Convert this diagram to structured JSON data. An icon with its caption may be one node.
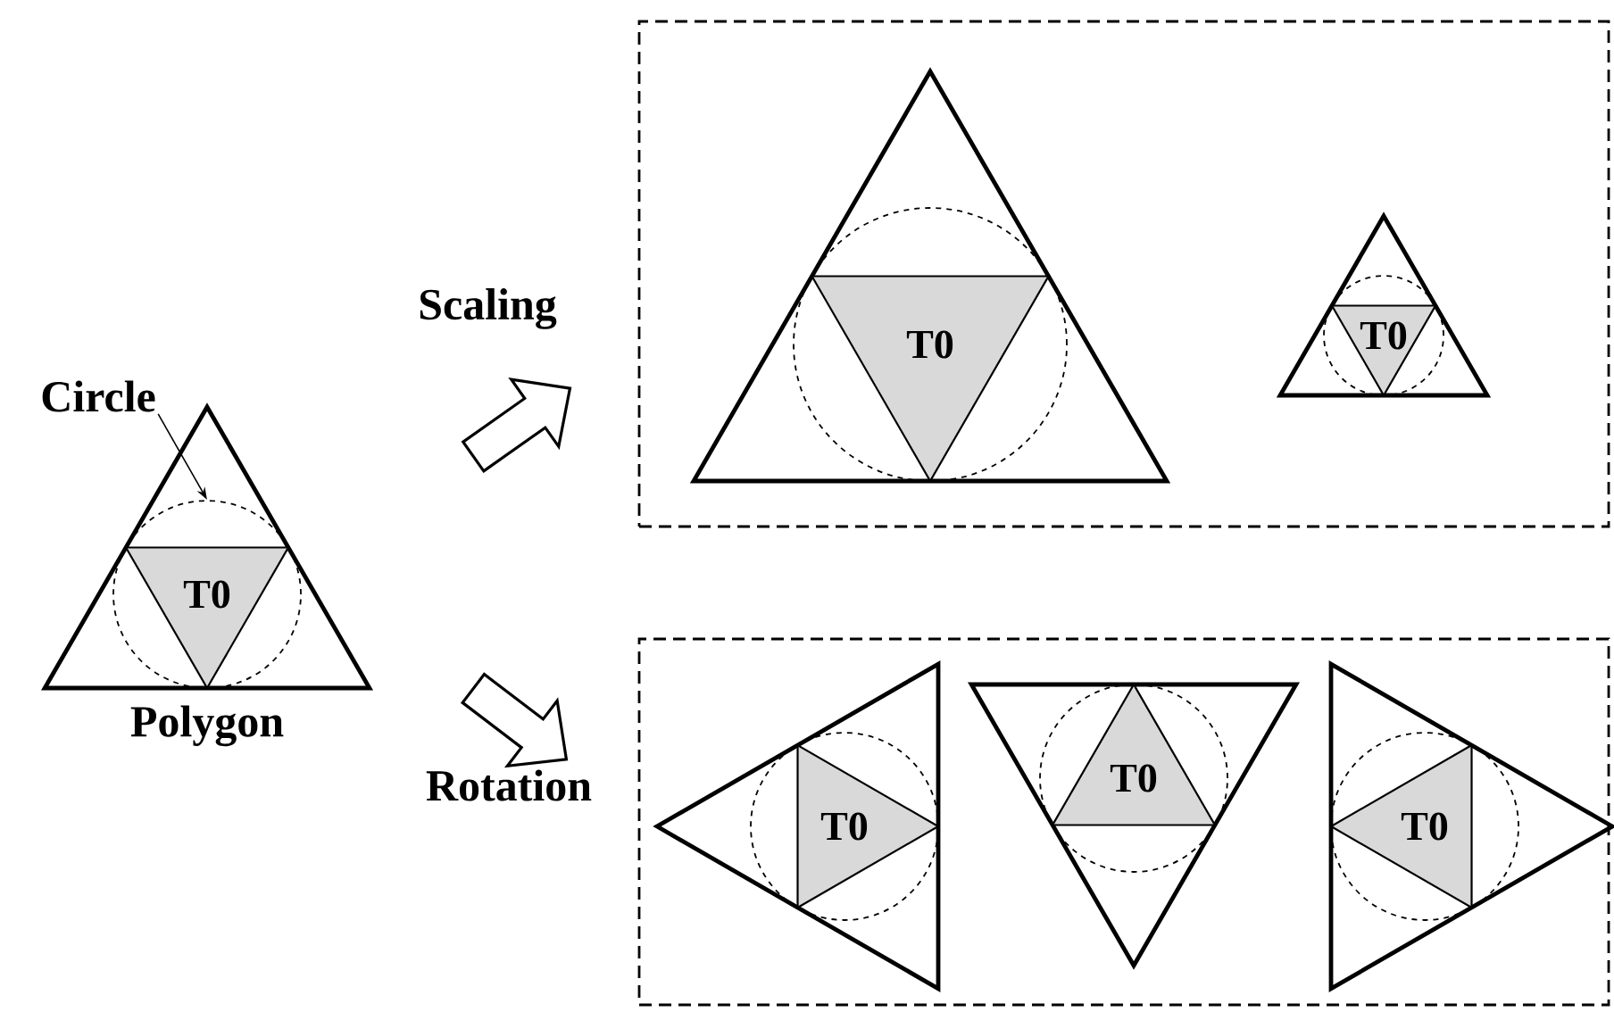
{
  "diagram": {
    "nodes": [
      {
        "text": [
          "Circle"
        ]
      },
      {
        "text": [],
        "shape": "triangle",
        "beside": [
          "Polygon"
        ]
      },
      {
        "text": [],
        "shape": "circle",
        "in": 1
      },
      {
        "text": [
          "T0"
        ],
        "in": 2
      },
      {
        "text": [],
        "shape": "box"
      },
      {
        "text": [],
        "shape": "triangle",
        "in": 4
      },
      {
        "text": [],
        "shape": "circle",
        "in": 5
      },
      {
        "text": [
          "T0"
        ],
        "in": 6
      },
      {
        "text": [],
        "shape": "triangle",
        "in": 4
      },
      {
        "text": [],
        "shape": "circle",
        "in": 8
      },
      {
        "text": [
          "T0"
        ],
        "in": 9
      },
      {
        "text": [],
        "shape": "box"
      },
      {
        "text": [],
        "shape": "triangle",
        "in": 11
      },
      {
        "text": [],
        "shape": "circle",
        "in": 12
      },
      {
        "text": [
          "T0"
        ],
        "in": 13
      },
      {
        "text": [],
        "shape": "triangle",
        "in": 11
      },
      {
        "text": [],
        "shape": "circle",
        "in": 15
      },
      {
        "text": [
          "T0"
        ],
        "in": 16
      },
      {
        "text": [],
        "shape": "triangle",
        "in": 11
      },
      {
        "text": [],
        "shape": "circle",
        "in": 18
      },
      {
        "text": [
          "T0"
        ],
        "in": 19
      }
    ],
    "edges": [
      {
        "from": 0,
        "to": 2,
        "arrow": "to"
      },
      {
        "from": 1,
        "to": 4,
        "arrow": "to",
        "label": "Scaling"
      },
      {
        "from": 1,
        "to": 11,
        "arrow": "to",
        "label": "Rotation"
      }
    ]
  }
}
